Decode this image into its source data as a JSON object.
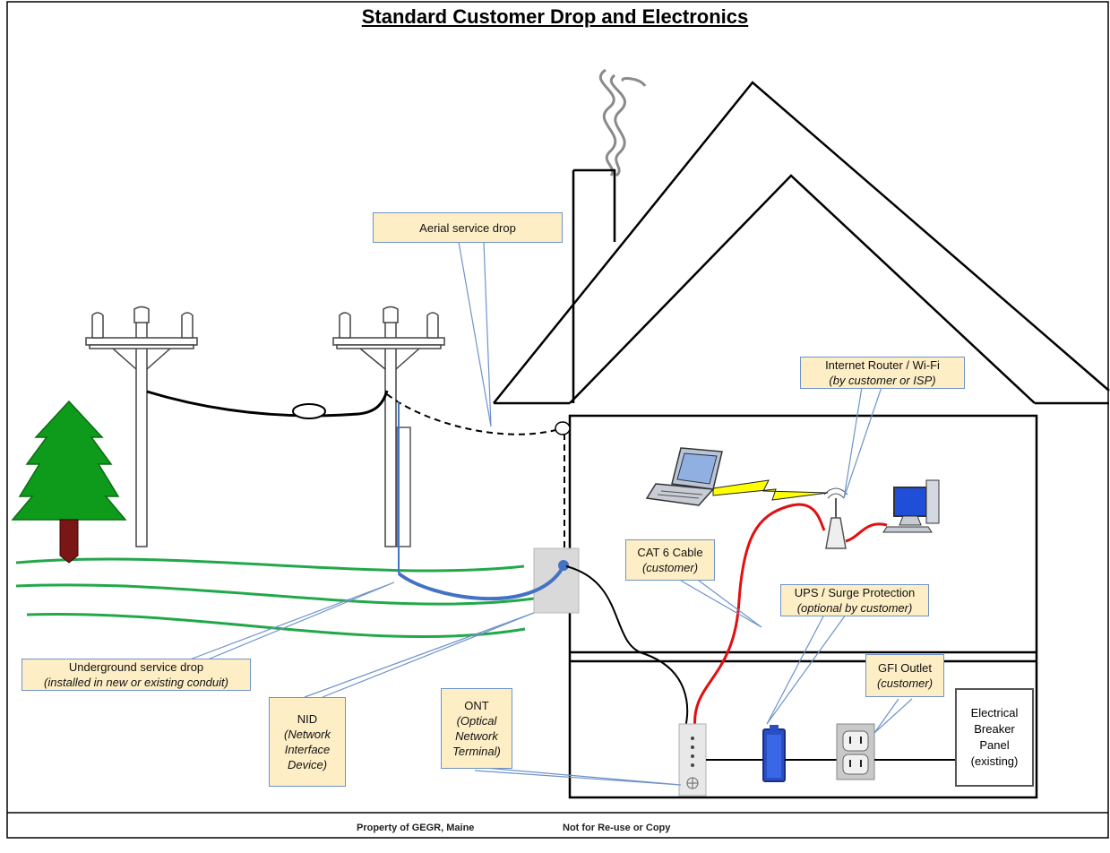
{
  "title": "Standard Customer Drop and Electronics",
  "labels": {
    "aerial": "Aerial service drop",
    "router_line1": "Internet Router / Wi-Fi",
    "router_line2": "(by customer or ISP)",
    "cat6_line1": "CAT 6 Cable",
    "cat6_line2": "(customer)",
    "ups_line1": "UPS / Surge Protection",
    "ups_line2": "(optional by customer)",
    "underground_line1": "Underground service drop",
    "underground_line2": "(installed in new or existing conduit)",
    "gfi_line1": "GFI Outlet",
    "gfi_line2": "(customer)",
    "nid_line1": "NID",
    "nid_line2": "(Network Interface Device)",
    "ont_line1": "ONT",
    "ont_line2": "(Optical Network Terminal)",
    "panel": [
      "Electrical",
      "Breaker",
      "Panel",
      "(existing)"
    ]
  },
  "footer": {
    "left": "Property of GEGR, Maine",
    "right": "Not for Re-use or Copy"
  },
  "colors": {
    "callout_fill": "#fdeec5",
    "callout_border": "#6f93c9",
    "grass": "#22a84a",
    "tree": "#0e9a1a",
    "trunk": "#7a1616",
    "fiber": "#4472c4",
    "cat6": "#e01010",
    "lightning": "#ffff00"
  }
}
